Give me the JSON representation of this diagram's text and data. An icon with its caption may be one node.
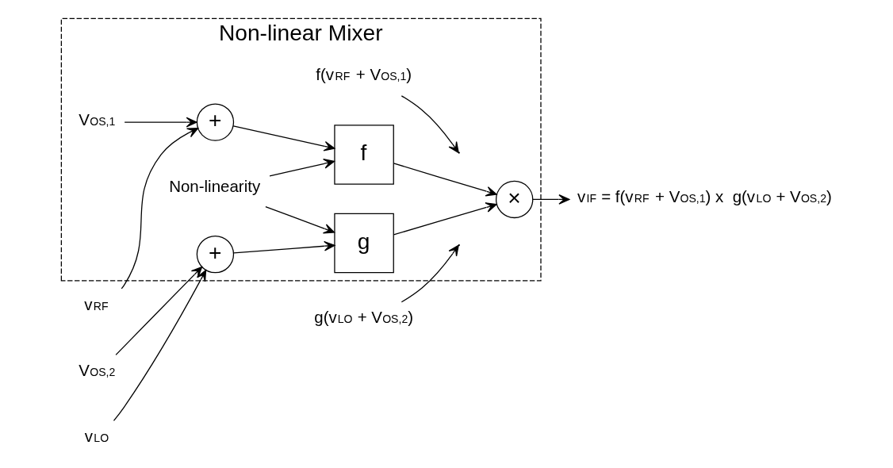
{
  "diagram": {
    "nodes": [
      {
        "text": [
          "Non-linear Mixer"
        ]
      },
      {
        "text": [
          "V$_{OS,1}$"
        ],
        "in": 0
      },
      {
        "text": [
          "v$_{RF}$"
        ]
      },
      {
        "text": [
          "+"
        ],
        "in": 0
      },
      {
        "text": [
          "f"
        ],
        "in": 0
      },
      {
        "text": [
          "×"
        ],
        "in": 0
      },
      {
        "text": [
          "f(v$_{RF}$ + V$_{OS,1}$)"
        ],
        "in": 0
      },
      {
        "text": [
          "v$_{IF}$ = f(v$_{RF}$ + V$_{OS,1}$) x  g(v$_{LO}$ + V$_{OS,2}$)"
        ]
      },
      {
        "text": [
          "g(v$_{LO}$ + V$_{OS,2}$)"
        ]
      },
      {
        "text": [
          "Non-linearity"
        ],
        "in": 0
      },
      {
        "text": [
          "g"
        ],
        "in": 0
      },
      {
        "text": [
          "V$_{OS,2}$"
        ]
      },
      {
        "text": [
          "+"
        ],
        "in": 0
      },
      {
        "text": [
          "v$_{LO}$"
        ]
      }
    ],
    "edges": [
      {
        "from": 1,
        "to": 3,
        "arrow": "to"
      },
      {
        "from": 2,
        "to": 3,
        "arrow": "to"
      },
      {
        "from": 3,
        "to": 4,
        "arrow": "to"
      },
      {
        "from": 4,
        "to": 5,
        "arrow": "to"
      },
      {
        "from": 6,
        "to": null,
        "arrow": "to"
      },
      {
        "from": 5,
        "to": 7,
        "arrow": "to"
      },
      {
        "from": 8,
        "to": null,
        "arrow": "to"
      },
      {
        "from": 9,
        "to": 4,
        "arrow": "to"
      },
      {
        "from": 9,
        "to": 10,
        "arrow": "to"
      },
      {
        "from": 10,
        "to": 5,
        "arrow": "to"
      },
      {
        "from": 12,
        "to": 10,
        "arrow": "to"
      },
      {
        "from": 11,
        "to": 12,
        "arrow": "to"
      },
      {
        "from": 13,
        "to": 12,
        "arrow": "to"
      }
    ]
  }
}
